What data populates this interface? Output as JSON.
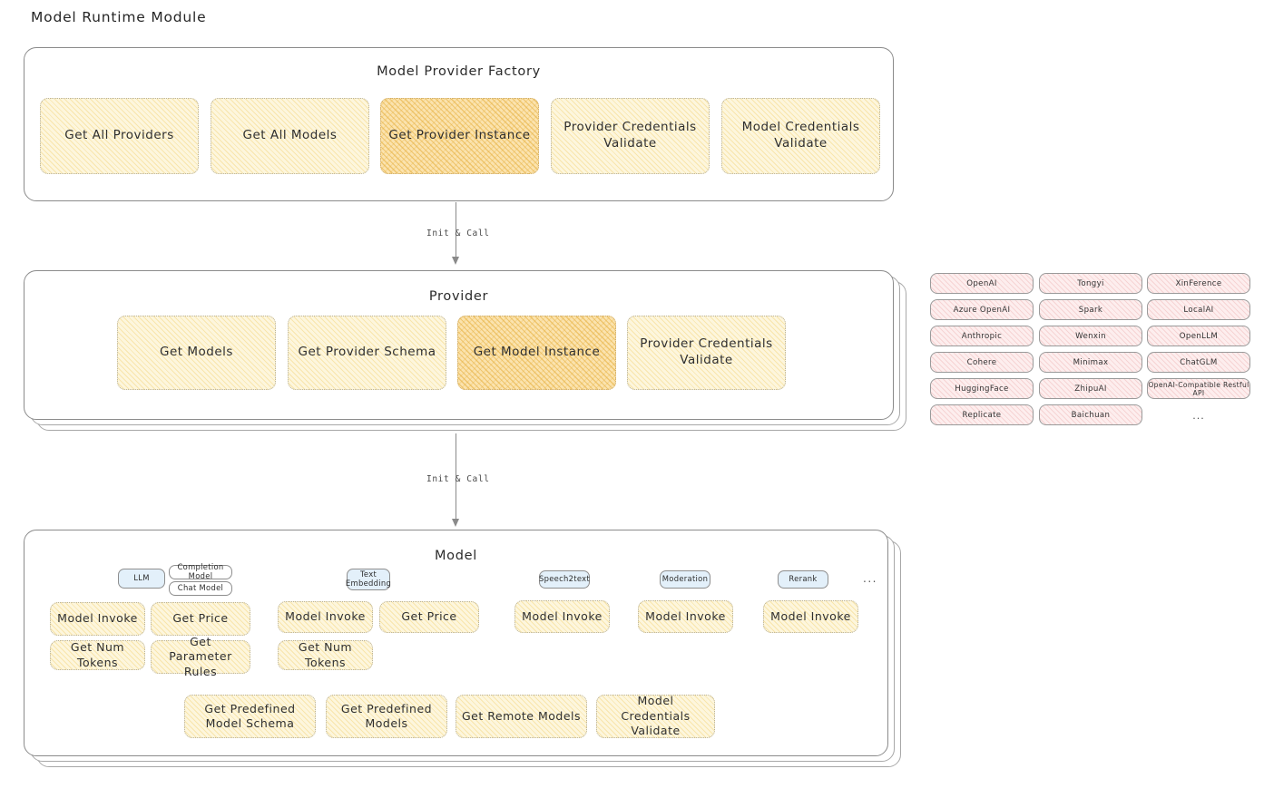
{
  "page": {
    "title": "Model Runtime Module"
  },
  "factory": {
    "title": "Model Provider Factory",
    "nodes": [
      {
        "label": "Get All Providers",
        "highlight": false
      },
      {
        "label": "Get All Models",
        "highlight": false
      },
      {
        "label": "Get Provider Instance",
        "highlight": true
      },
      {
        "label": "Provider Credentials Validate",
        "highlight": false
      },
      {
        "label": "Model Credentials Validate",
        "highlight": false
      }
    ]
  },
  "arrows": [
    {
      "label": "Init & Call"
    },
    {
      "label": "Init & Call"
    }
  ],
  "provider": {
    "title": "Provider",
    "nodes": [
      {
        "label": "Get Models",
        "highlight": false
      },
      {
        "label": "Get Provider Schema",
        "highlight": false
      },
      {
        "label": "Get Model Instance",
        "highlight": true
      },
      {
        "label": "Provider Credentials Validate",
        "highlight": false
      }
    ]
  },
  "provider_list": {
    "columns": [
      [
        "OpenAI",
        "Azure OpenAI",
        "Anthropic",
        "Cohere",
        "HuggingFace",
        "Replicate"
      ],
      [
        "Tongyi",
        "Spark",
        "Wenxin",
        "Minimax",
        "ZhipuAI",
        "Baichuan"
      ],
      [
        "XinFerence",
        "LocalAI",
        "OpenLLM",
        "ChatGLM",
        "OpenAI-Compatible Restful API"
      ]
    ],
    "ellipsis": "..."
  },
  "model": {
    "title": "Model",
    "ellipsis": "...",
    "types": [
      {
        "badge": "LLM",
        "sub_badges": [
          "Completion Model",
          "Chat Model"
        ],
        "nodes": [
          {
            "label": "Model Invoke",
            "highlight": true
          },
          {
            "label": "Get Price",
            "highlight": false
          },
          {
            "label": "Get Num Tokens",
            "highlight": false
          },
          {
            "label": "Get Parameter Rules",
            "highlight": false
          }
        ]
      },
      {
        "badge": "Text Embedding",
        "sub_badges": [],
        "nodes": [
          {
            "label": "Model Invoke",
            "highlight": true
          },
          {
            "label": "Get Price",
            "highlight": false
          },
          {
            "label": "Get Num Tokens",
            "highlight": false
          }
        ]
      },
      {
        "badge": "Speech2text",
        "sub_badges": [],
        "nodes": [
          {
            "label": "Model Invoke",
            "highlight": true
          }
        ]
      },
      {
        "badge": "Moderation",
        "sub_badges": [],
        "nodes": [
          {
            "label": "Model Invoke",
            "highlight": true
          }
        ]
      },
      {
        "badge": "Rerank",
        "sub_badges": [],
        "nodes": [
          {
            "label": "Model Invoke",
            "highlight": true
          }
        ]
      }
    ],
    "common_nodes": [
      {
        "label": "Get Predefined Model Schema"
      },
      {
        "label": "Get Predefined Models"
      },
      {
        "label": "Get Remote Models"
      },
      {
        "label": "Model Credentials Validate"
      }
    ]
  },
  "colors": {
    "node_fill": "#fdf6dd",
    "node_fill_highlight": "#fbe3ae",
    "chip_fill": "#fdeeee",
    "badge_fill": "#e3f0fa",
    "stroke": "#8b8b8b"
  }
}
